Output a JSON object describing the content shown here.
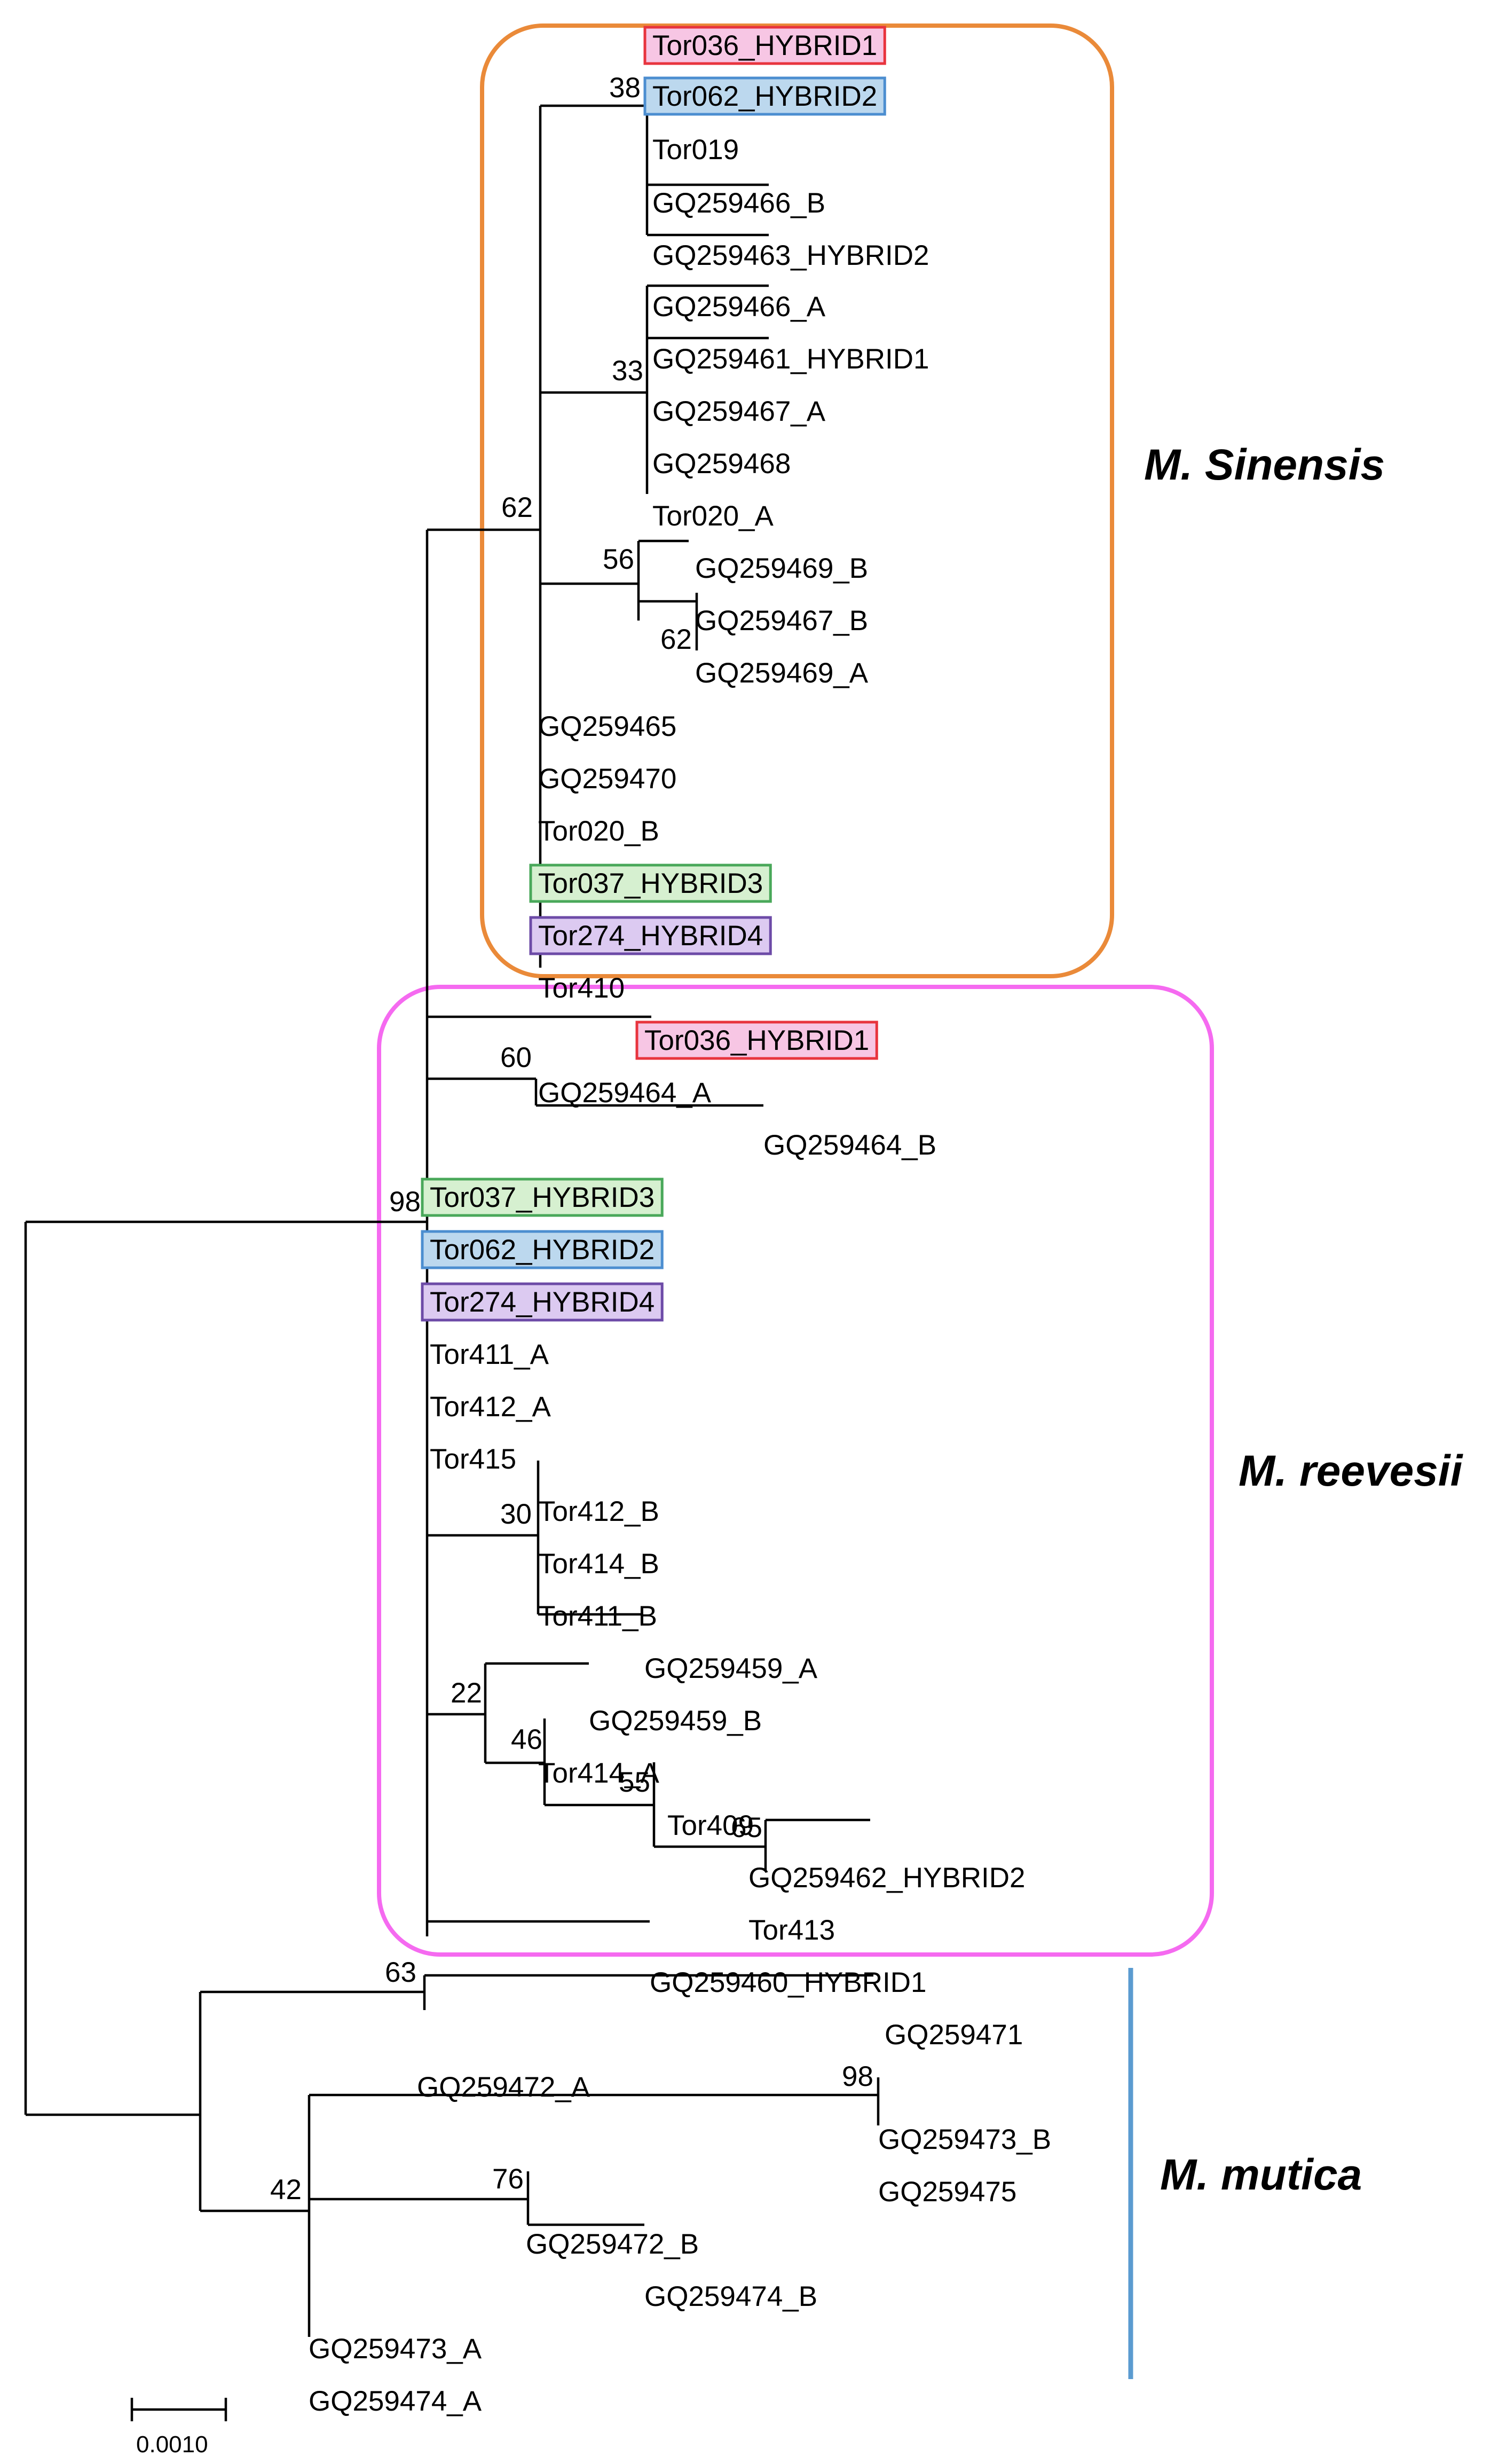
{
  "colors": {
    "sinensis_box": "#ea8a39",
    "reevesii_box": "#f56af0",
    "mutica_bar": "#5b9bd0",
    "hybrid1": {
      "fill": "#f7c6e4",
      "stroke": "#e8343e"
    },
    "hybrid2": {
      "fill": "#bcd8ee",
      "stroke": "#4c8ed0"
    },
    "hybrid3": {
      "fill": "#d6f0d0",
      "stroke": "#49a85a"
    },
    "hybrid4": {
      "fill": "#dccaf1",
      "stroke": "#6d4ba7"
    }
  },
  "clades": {
    "sinensis": "M. Sinensis",
    "reevesii": "M. reevesii",
    "mutica": "M. mutica"
  },
  "scale_bar": {
    "label": "0.0010"
  },
  "taxa": [
    {
      "label": "Tor036_HYBRID1",
      "hl": "hybrid1"
    },
    {
      "label": "Tor062_HYBRID2",
      "hl": "hybrid2"
    },
    {
      "label": "Tor019"
    },
    {
      "label": "GQ259466_B"
    },
    {
      "label": "GQ259463_HYBRID2"
    },
    {
      "label": "GQ259466_A"
    },
    {
      "label": "GQ259461_HYBRID1"
    },
    {
      "label": "GQ259467_A"
    },
    {
      "label": "GQ259468"
    },
    {
      "label": "Tor020_A"
    },
    {
      "label": "GQ259469_B"
    },
    {
      "label": "GQ259467_B"
    },
    {
      "label": "GQ259469_A"
    },
    {
      "label": "GQ259465"
    },
    {
      "label": "GQ259470"
    },
    {
      "label": "Tor020_B"
    },
    {
      "label": "Tor037_HYBRID3",
      "hl": "hybrid3"
    },
    {
      "label": "Tor274_HYBRID4",
      "hl": "hybrid4"
    },
    {
      "label": "Tor410"
    },
    {
      "label": "Tor036_HYBRID1",
      "hl": "hybrid1"
    },
    {
      "label": "GQ259464_A"
    },
    {
      "label": "GQ259464_B"
    },
    {
      "label": "Tor037_HYBRID3",
      "hl": "hybrid3"
    },
    {
      "label": "Tor062_HYBRID2",
      "hl": "hybrid2"
    },
    {
      "label": "Tor274_HYBRID4",
      "hl": "hybrid4"
    },
    {
      "label": "Tor411_A"
    },
    {
      "label": "Tor412_A"
    },
    {
      "label": "Tor415"
    },
    {
      "label": "Tor412_B"
    },
    {
      "label": "Tor414_B"
    },
    {
      "label": "Tor411_B"
    },
    {
      "label": "GQ259459_A"
    },
    {
      "label": "GQ259459_B"
    },
    {
      "label": "Tor414_A"
    },
    {
      "label": "Tor409"
    },
    {
      "label": "GQ259462_HYBRID2"
    },
    {
      "label": "Tor413"
    },
    {
      "label": "GQ259460_HYBRID1"
    },
    {
      "label": "GQ259471"
    },
    {
      "label": "GQ259472_A"
    },
    {
      "label": "GQ259473_B"
    },
    {
      "label": "GQ259475"
    },
    {
      "label": "GQ259472_B"
    },
    {
      "label": "GQ259474_B"
    },
    {
      "label": "GQ259473_A"
    },
    {
      "label": "GQ259474_A"
    }
  ],
  "support": [
    "38",
    "33",
    "56",
    "62",
    "62",
    "60",
    "30",
    "65",
    "55",
    "46",
    "22",
    "98",
    "63",
    "98",
    "76",
    "42"
  ]
}
